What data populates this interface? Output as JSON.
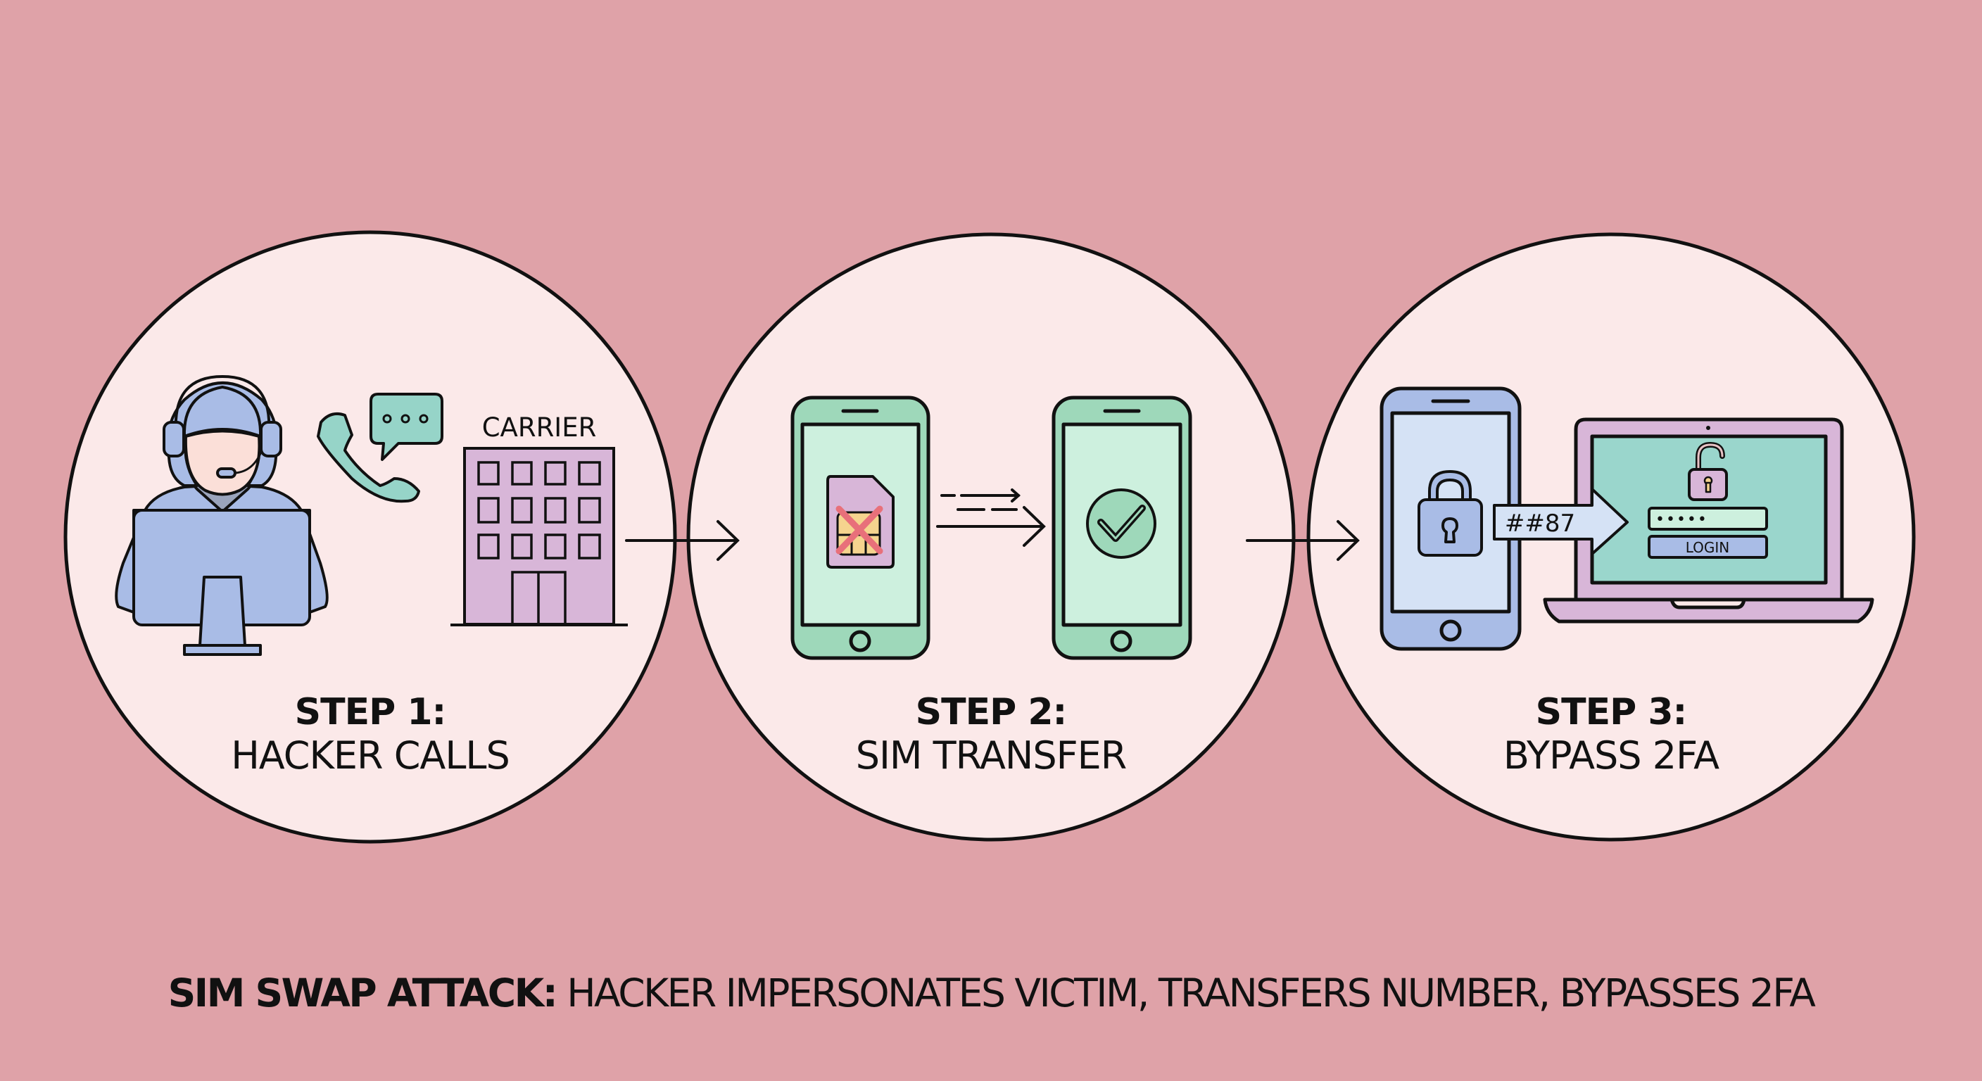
{
  "colors": {
    "background": "#DFA2A8",
    "circle_fill": "#FBE9E9",
    "outline": "#111111",
    "hacker_blue": "#A9BCE6",
    "teal": "#96D4C8",
    "mint_phone": "#9ED8BA",
    "mint_screen": "#CDF0DE",
    "lavender": "#D8B6D8",
    "sim_chip": "#F5D48E",
    "danger_red": "#E8707A",
    "laptop_screen": "#9AD6CC",
    "phone_blue_screen": "#D5E2F5"
  },
  "steps": [
    {
      "number_label": "STEP 1:",
      "title": "HACKER CALLS",
      "icons": [
        "hacker-headset-icon",
        "phone-call-icon",
        "speech-bubble-icon",
        "carrier-building-icon"
      ],
      "building_label": "CARRIER"
    },
    {
      "number_label": "STEP 2:",
      "title": "SIM TRANSFER",
      "icons": [
        "phone-with-cancelled-sim-icon",
        "transfer-arrows-icon",
        "phone-with-check-icon"
      ]
    },
    {
      "number_label": "STEP 3:",
      "title": "BYPASS 2FA",
      "icons": [
        "locked-phone-icon",
        "code-arrow-icon",
        "laptop-login-icon",
        "unlocked-padlock-icon"
      ],
      "code_text": "##87",
      "password_mask": "•••••",
      "login_label": "LOGIN"
    }
  ],
  "caption": {
    "bold": "SIM SWAP ATTACK:",
    "regular": " HACKER IMPERSONATES VICTIM, TRANSFERS NUMBER, BYPASSES 2FA"
  }
}
